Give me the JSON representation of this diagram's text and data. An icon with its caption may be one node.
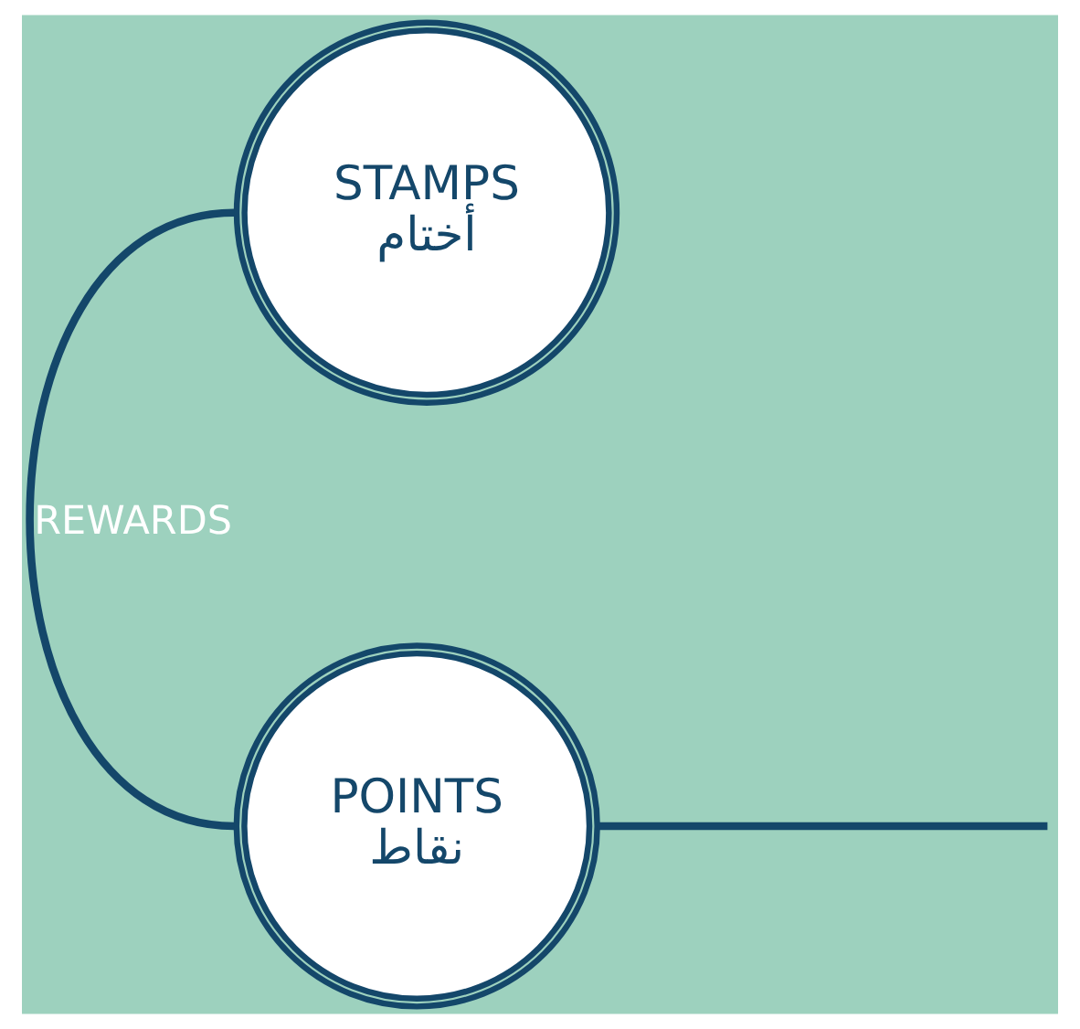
{
  "diagram": {
    "nodes": [
      {
        "text": [
          "STAMPS",
          "أختام"
        ]
      },
      {
        "text": [
          "POINTS",
          "نقاط"
        ]
      }
    ],
    "edges": [
      {
        "from": 0,
        "to": 1,
        "arrow": "none",
        "label": "REWARDS"
      },
      {
        "from": 1,
        "to": null,
        "arrow": "none"
      }
    ]
  }
}
